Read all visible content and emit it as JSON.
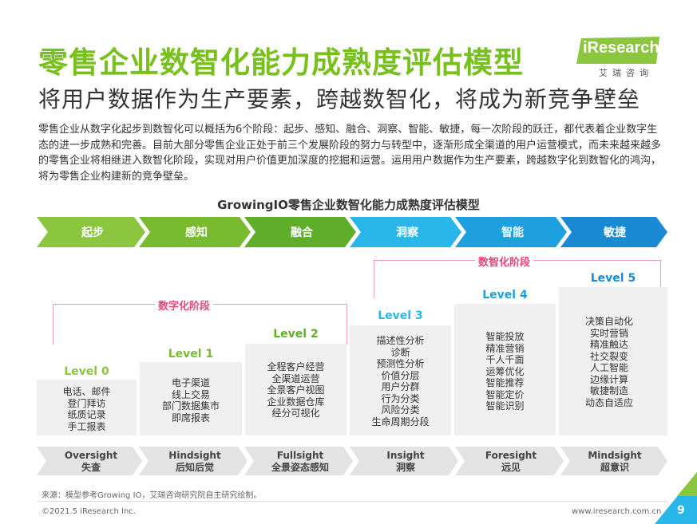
{
  "header": {
    "title": "零售企业数智化能力成熟度评估模型",
    "subtitle": "将用户数据作为生产要素，跨越数智化，将成为新竞争壁垒"
  },
  "logo": {
    "text": "iResearch",
    "sub": "艾瑞咨询",
    "colors": {
      "box": "#8cc63f",
      "text": "#ffffff"
    }
  },
  "intro": "零售企业从数字化起步到数智化可以概括为6个阶段：起步、感知、融合、洞察、智能、敏捷，每一次阶段的跃迁，都代表着企业数字生态的进一步成熟和完善。目前大部分零售企业正处于前三个发展阶段的努力与转型中，逐渐形成全渠道的用户运营模式，而未来越来越多的零售企业将相继进入数智化阶段，实现对用户价值更加深度的挖掘和运营。运用用户数据作为生产要素，跨越数字化到数智化的鸿沟，将为零售企业构建新的竞争壁垒。",
  "model": {
    "title": "GrowingIO零售企业数智化能力成熟度评估模型",
    "stages": [
      {
        "name": "起步",
        "color": "#8cc63f"
      },
      {
        "name": "感知",
        "color": "#78bb2e"
      },
      {
        "name": "融合",
        "color": "#5fae2a"
      },
      {
        "name": "洞察",
        "color": "#29b6e8"
      },
      {
        "name": "智能",
        "color": "#1ea0df"
      },
      {
        "name": "敏捷",
        "color": "#1a8ad4"
      }
    ],
    "phases": [
      {
        "label": "数字化阶段"
      },
      {
        "label": "数智化阶段"
      }
    ],
    "levels": [
      {
        "label": "Level 0",
        "color": "#8cc63f",
        "items": [
          "电话、邮件",
          "登门拜访",
          "纸质记录",
          "手工报表"
        ]
      },
      {
        "label": "Level 1",
        "color": "#78bb2e",
        "items": [
          "电子渠道",
          "线上交易",
          "部门数据集市",
          "即席报表"
        ]
      },
      {
        "label": "Level 2",
        "color": "#5fae2a",
        "items": [
          "全程客户经营",
          "全渠道运营",
          "全景客户视图",
          "企业数据仓库",
          "经分可视化"
        ]
      },
      {
        "label": "Level 3",
        "color": "#29b6e8",
        "items": [
          "描述性分析",
          "诊断",
          "预测性分析",
          "价值分层",
          "用户分群",
          "行为分类",
          "风险分类",
          "生命周期分段"
        ]
      },
      {
        "label": "Level 4",
        "color": "#1ea0df",
        "items": [
          "智能投放",
          "精准营销",
          "千人千面",
          "运筹优化",
          "智能推荐",
          "智能定价",
          "智能识别"
        ]
      },
      {
        "label": "Level 5",
        "color": "#1a8ad4",
        "items": [
          "决策自动化",
          "实时营销",
          "精准触达",
          "社交裂变",
          "人工智能",
          "边缘计算",
          "敏捷制造",
          "动态自适应"
        ]
      }
    ],
    "insights": [
      {
        "en": "Oversight",
        "cn": "失查"
      },
      {
        "en": "Hindsight",
        "cn": "后知后觉"
      },
      {
        "en": "Fullsight",
        "cn": "全景姿态感知"
      },
      {
        "en": "Insight",
        "cn": "洞察"
      },
      {
        "en": "Foresight",
        "cn": "远见"
      },
      {
        "en": "Mindsight",
        "cn": "超意识"
      }
    ]
  },
  "footer": {
    "source": "来源：模型参考Growing IO，艾瑞咨询研究院自主研究绘制。",
    "copyright": "©2021.5 iResearch Inc.",
    "website": "www.iresearch.com.cn",
    "page": "9"
  }
}
